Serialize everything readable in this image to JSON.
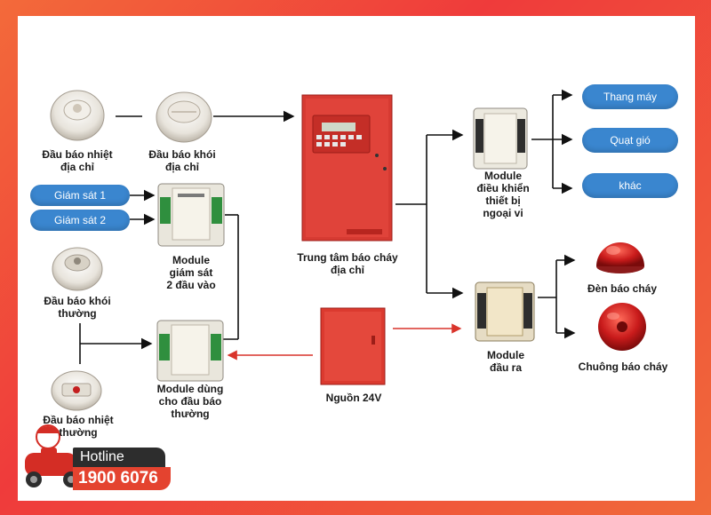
{
  "devices": {
    "heat_detector_addr": "Đầu báo nhiệt\nđịa chỉ",
    "smoke_detector_addr": "Đầu báo khói\nđịa chỉ",
    "monitor_module": "Module\ngiám sát\n2 đầu vào",
    "smoke_detector_conv": "Đầu báo khói\nthường",
    "heat_detector_conv": "Đầu báo nhiệt\nthường",
    "conv_module": "Module dùng\ncho đầu báo\nthường",
    "fire_panel": "Trung tâm báo cháy\nđịa chỉ",
    "power": "Nguồn 24V",
    "control_module": "Module\nđiều khiển\nthiết bị\nngoại vi",
    "output_module": "Module\nđầu ra",
    "strobe": "Đèn báo cháy",
    "bell": "Chuông báo cháy"
  },
  "pills": {
    "monitor_1": "Giám sát 1",
    "monitor_2": "Giám sát 2",
    "elevator": "Thang máy",
    "fan": "Quạt gió",
    "other": "khác"
  },
  "hotline": {
    "label": "Hotline",
    "number": "1900 6076"
  },
  "colors": {
    "pill_blue": "#3a86cf",
    "panel_red": "#d63a32",
    "frame_red": "#ef3b3b",
    "arrow_red": "#d9342b"
  }
}
